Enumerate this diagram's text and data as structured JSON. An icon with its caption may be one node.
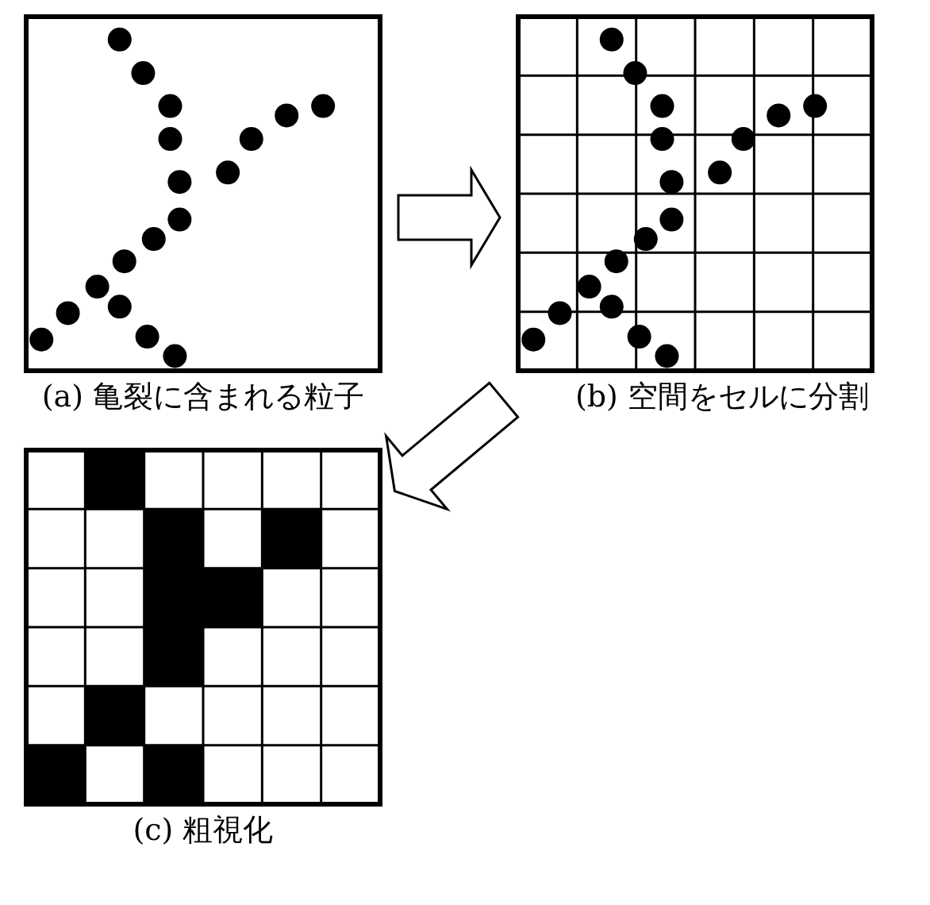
{
  "diagram": {
    "nodes": [
      {
        "text": [
          "(a) 亀裂に含まれる粒子"
        ]
      },
      {
        "text": [
          "(b) 空間をセルに分割"
        ]
      },
      {
        "text": [
          "(c) 粗視化"
        ]
      }
    ],
    "edges": [
      {
        "from": 0,
        "to": 1,
        "arrow": "to"
      },
      {
        "from": 1,
        "to": 2,
        "arrow": "to"
      }
    ]
  }
}
